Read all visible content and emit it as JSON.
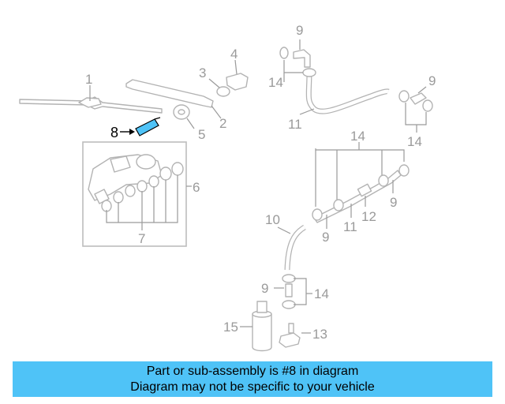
{
  "callouts": {
    "c1": "1",
    "c2": "2",
    "c3": "3",
    "c4": "4",
    "c5": "5",
    "c6": "6",
    "c7": "7",
    "c8": "8",
    "c9a": "9",
    "c9b": "9",
    "c9c": "9",
    "c9d": "9",
    "c9e": "9",
    "c10": "10",
    "c11a": "11",
    "c11b": "11",
    "c12": "12",
    "c13": "13",
    "c14a": "14",
    "c14b": "14",
    "c14c": "14",
    "c14d": "14",
    "c15": "15"
  },
  "highlight_color": "#4fc3f7",
  "banner": {
    "line1": "Part or sub-assembly is #8 in diagram",
    "line2": "Diagram may not be specific to your vehicle"
  }
}
